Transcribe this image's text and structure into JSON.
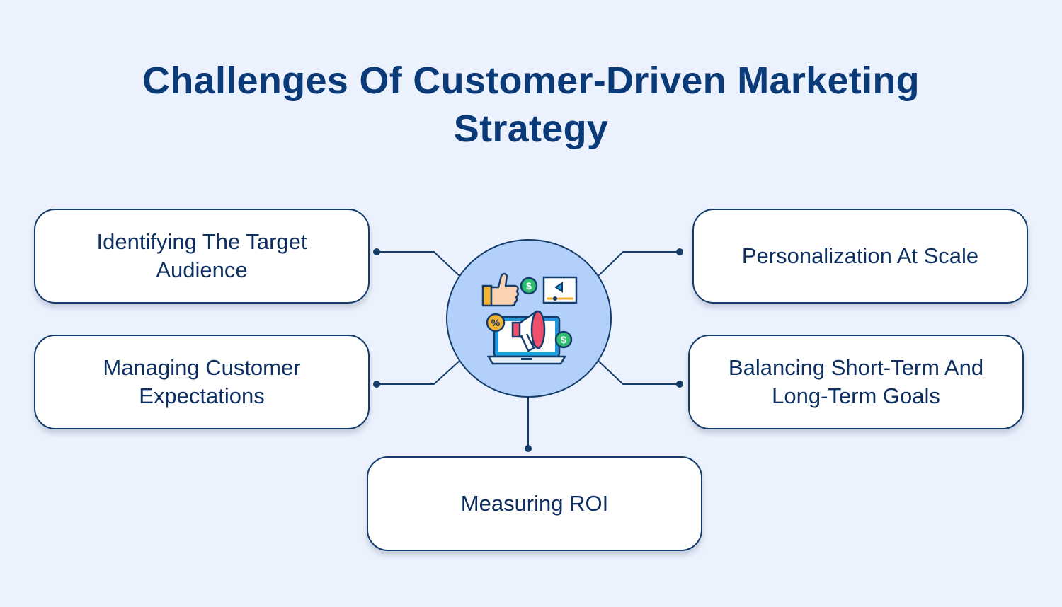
{
  "title": {
    "line1": "Challenges Of Customer-Driven Marketing",
    "line2": "Strategy"
  },
  "hub": {
    "icon": "marketing-megaphone-laptop-icon"
  },
  "nodes": [
    {
      "id": "target-audience",
      "label": "Identifying The Target Audience"
    },
    {
      "id": "personalization",
      "label": "Personalization At Scale"
    },
    {
      "id": "expectations",
      "label": "Managing Customer Expectations"
    },
    {
      "id": "balancing-goals",
      "label": "Balancing Short-Term And Long-Term Goals"
    },
    {
      "id": "roi",
      "label": "Measuring ROI"
    }
  ],
  "colors": {
    "background": "#ebf2fd",
    "title": "#0b3a78",
    "line": "#143c6b",
    "hub_fill": "#b3d0fb"
  }
}
